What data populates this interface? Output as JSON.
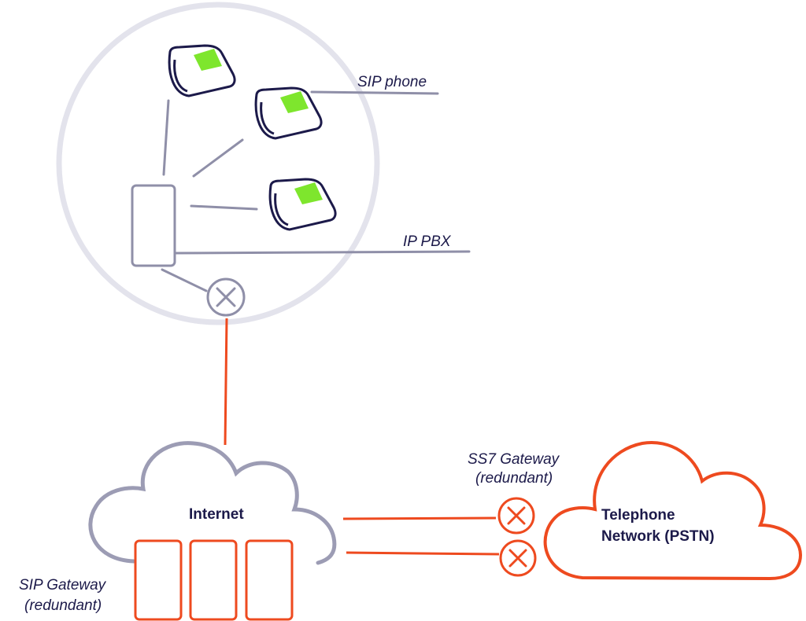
{
  "labels": {
    "sip_phone": "SIP phone",
    "ip_pbx": "IP PBX",
    "internet": "Internet",
    "ss7_gateway_line1": "SS7 Gateway",
    "ss7_gateway_line2": "(redundant)",
    "pstn_line1": "Telephone",
    "pstn_line2": "Network (PSTN)",
    "sip_gateway_line1": "SIP Gateway",
    "sip_gateway_line2": "(redundant)"
  },
  "colors": {
    "accent": "#ee4a1f",
    "ink": "#1c1a4a",
    "gray": "#8f8fa8",
    "light_gray": "#e3e3ec",
    "screen_green": "#7ee62d"
  },
  "icons": [
    "sip-phone-icon",
    "ip-pbx-icon",
    "gateway-icon",
    "cloud-icon"
  ]
}
